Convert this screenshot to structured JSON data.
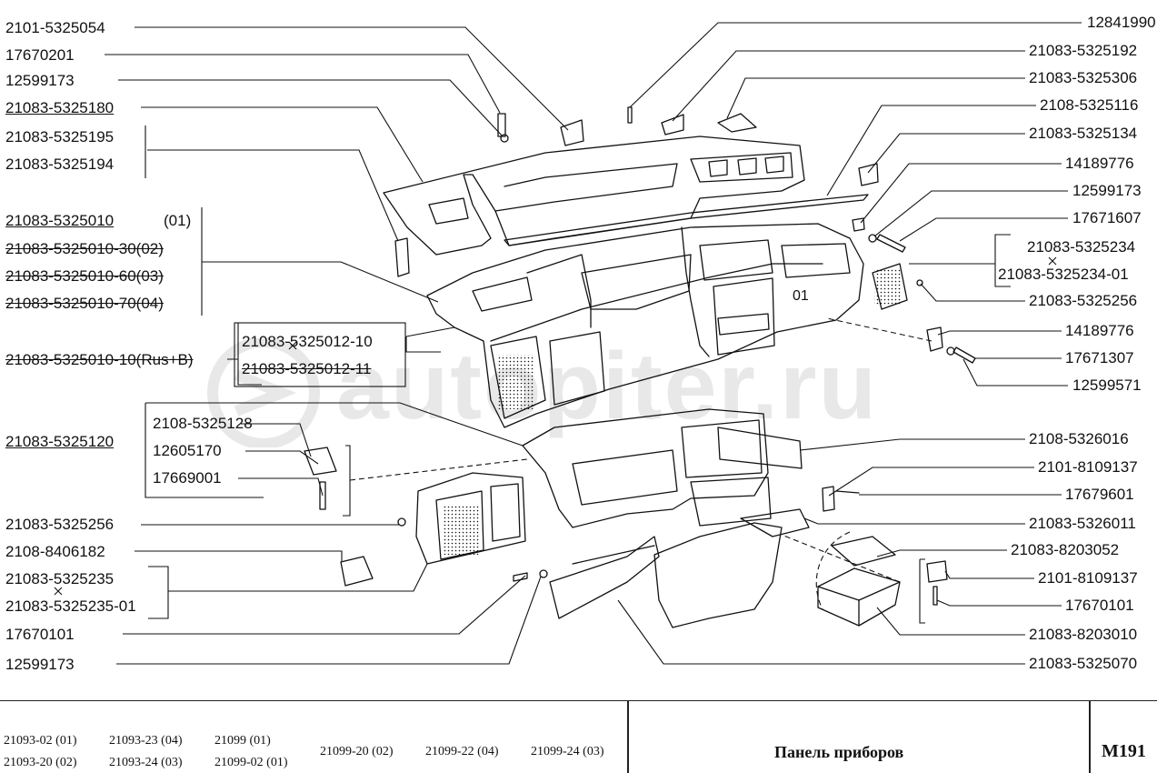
{
  "diagram": {
    "left_labels": [
      {
        "id": "l1",
        "text": "2101-5325054"
      },
      {
        "id": "l2",
        "text": "17670201"
      },
      {
        "id": "l3",
        "text": "12599173"
      },
      {
        "id": "l4",
        "text": "21083-5325180"
      },
      {
        "id": "l5",
        "text": "21083-5325195"
      },
      {
        "id": "l6",
        "text": "21083-5325194"
      },
      {
        "id": "l7",
        "text": "21083-5325010"
      },
      {
        "id": "l7b",
        "text": "(01)"
      },
      {
        "id": "l8",
        "text": "21083-5325010-30(02)"
      },
      {
        "id": "l9",
        "text": "21083-5325010-60(03)"
      },
      {
        "id": "l10",
        "text": "21083-5325010-70(04)"
      },
      {
        "id": "l11",
        "text": "21083-5325010-10(Rus+B)"
      },
      {
        "id": "l12",
        "text": "21083-5325012-10"
      },
      {
        "id": "l13",
        "text": "21083-5325012-11"
      },
      {
        "id": "l14",
        "text": "21083-5325120"
      },
      {
        "id": "l15",
        "text": "2108-5325128"
      },
      {
        "id": "l16",
        "text": "12605170"
      },
      {
        "id": "l17",
        "text": "17669001"
      },
      {
        "id": "l18",
        "text": "21083-5325256"
      },
      {
        "id": "l19",
        "text": "2108-8406182"
      },
      {
        "id": "l20",
        "text": "21083-5325235"
      },
      {
        "id": "l21",
        "text": "21083-5325235-01"
      },
      {
        "id": "l22",
        "text": "17670101"
      },
      {
        "id": "l23",
        "text": "12599173"
      }
    ],
    "right_labels": [
      {
        "id": "r1",
        "text": "12841990"
      },
      {
        "id": "r2",
        "text": "21083-5325192"
      },
      {
        "id": "r3",
        "text": "21083-5325306"
      },
      {
        "id": "r4",
        "text": "2108-5325116"
      },
      {
        "id": "r5",
        "text": "21083-5325134"
      },
      {
        "id": "r6",
        "text": "14189776"
      },
      {
        "id": "r7",
        "text": "12599173"
      },
      {
        "id": "r8",
        "text": "17671607"
      },
      {
        "id": "r9",
        "text": "21083-5325234"
      },
      {
        "id": "r10",
        "text": "21083-5325234-01"
      },
      {
        "id": "r11",
        "text": "21083-5325256"
      },
      {
        "id": "r12",
        "text": "14189776"
      },
      {
        "id": "r13",
        "text": "17671307"
      },
      {
        "id": "r14",
        "text": "12599571"
      },
      {
        "id": "r15",
        "text": "2108-5326016"
      },
      {
        "id": "r16",
        "text": "2101-8109137"
      },
      {
        "id": "r17",
        "text": "17679601"
      },
      {
        "id": "r18",
        "text": "21083-5326011"
      },
      {
        "id": "r19",
        "text": "21083-8203052"
      },
      {
        "id": "r20",
        "text": "2101-8109137"
      },
      {
        "id": "r21",
        "text": "17670101"
      },
      {
        "id": "r22",
        "text": "21083-8203010"
      },
      {
        "id": "r23",
        "text": "21083-5325070"
      }
    ],
    "watermark": "autopiter.ru",
    "panel_marking": "01"
  },
  "footer": {
    "models": [
      {
        "id": "m1",
        "text": "21093-02 (01)"
      },
      {
        "id": "m2",
        "text": "21093-23 (04)"
      },
      {
        "id": "m3",
        "text": "21099 (01)"
      },
      {
        "id": "m4",
        "text": "21093-20 (02)"
      },
      {
        "id": "m5",
        "text": "21093-24 (03)"
      },
      {
        "id": "m6",
        "text": "21099-02 (01)"
      },
      {
        "id": "m7",
        "text": "21099-20 (02)"
      },
      {
        "id": "m8",
        "text": "21099-22 (04)"
      },
      {
        "id": "m9",
        "text": "21099-24 (03)"
      }
    ],
    "title": "Панель приборов",
    "code": "M191"
  }
}
